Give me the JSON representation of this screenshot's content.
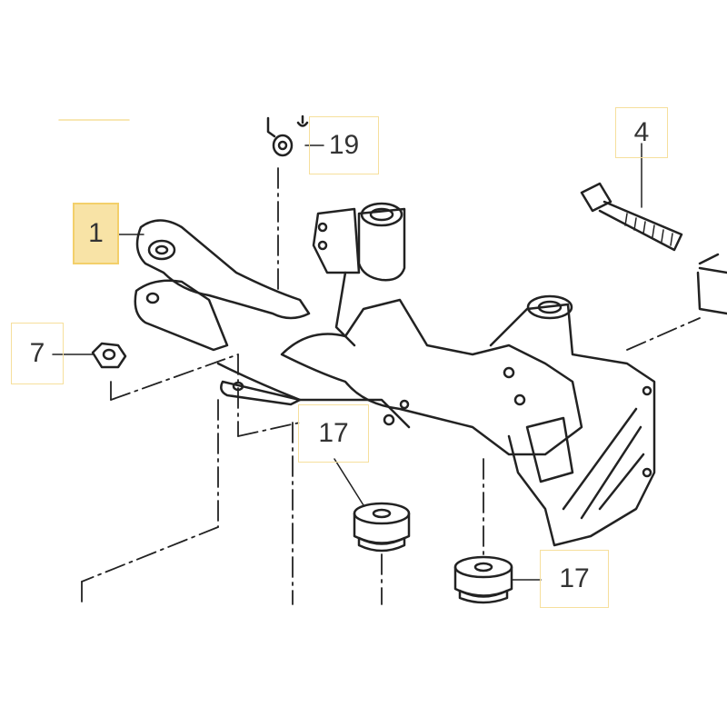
{
  "diagram": {
    "callouts": [
      {
        "label": "1",
        "highlighted": true
      },
      {
        "label": "19",
        "highlighted": false
      },
      {
        "label": "4",
        "highlighted": false
      },
      {
        "label": "7",
        "highlighted": false
      },
      {
        "label": "17",
        "highlighted": false
      },
      {
        "label": "17",
        "highlighted": false
      }
    ],
    "colors": {
      "highlight_fill": "#f8e3a6",
      "box_border": "#f6df9c",
      "line": "#222222"
    }
  }
}
